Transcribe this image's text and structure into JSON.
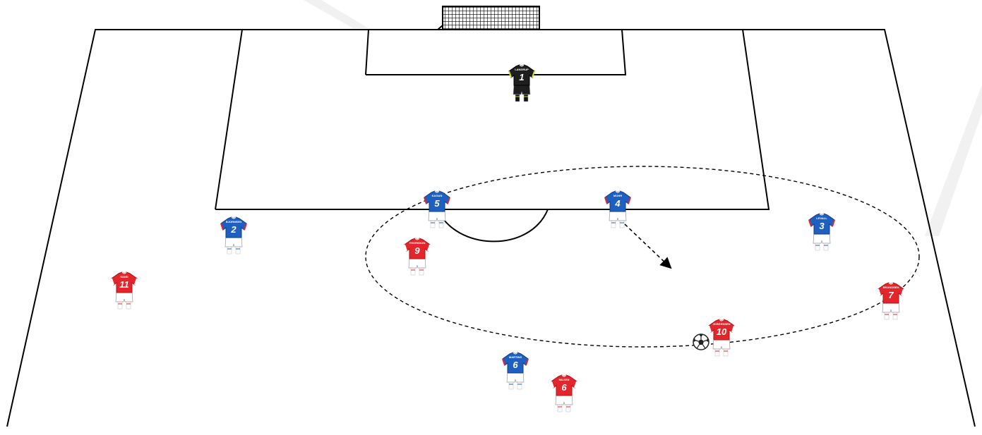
{
  "colors": {
    "field_line": "#000000",
    "team_red": "#e3262b",
    "team_red_dark": "#a9141a",
    "team_blue": "#1f5fbf",
    "team_blue_dark": "#123d82",
    "keeper": "#1e1e1e",
    "keeper_accent": "#d8e021",
    "shorts_white": "#ffffff",
    "watermark": "#eeeeee"
  },
  "keeper": {
    "number": "1",
    "name": "LANDRUP",
    "team": "keeper"
  },
  "players": [
    {
      "id": "blue-2",
      "team": "blue",
      "number": "2",
      "name": "BJORNSEN"
    },
    {
      "id": "blue-5",
      "team": "blue",
      "number": "5",
      "name": "KAGAN"
    },
    {
      "id": "blue-4",
      "team": "blue",
      "number": "4",
      "name": "MOHR"
    },
    {
      "id": "blue-3",
      "team": "blue",
      "number": "3",
      "name": "LEVALL"
    },
    {
      "id": "blue-6",
      "team": "blue",
      "number": "6",
      "name": "MARTINS"
    },
    {
      "id": "red-11",
      "team": "red",
      "number": "11",
      "name": "SAND"
    },
    {
      "id": "red-9",
      "team": "red",
      "number": "9",
      "name": "THORSSON"
    },
    {
      "id": "red-10",
      "team": "red",
      "number": "10",
      "name": "JORGENSEN"
    },
    {
      "id": "red-7",
      "team": "red",
      "number": "7",
      "name": "BRANDSEN"
    },
    {
      "id": "red-6",
      "team": "red",
      "number": "6",
      "name": "NILSEN"
    }
  ],
  "icons": {
    "ball": "soccer-ball-icon",
    "goal": "goal-net-icon",
    "arrow": "movement-arrow-icon"
  }
}
